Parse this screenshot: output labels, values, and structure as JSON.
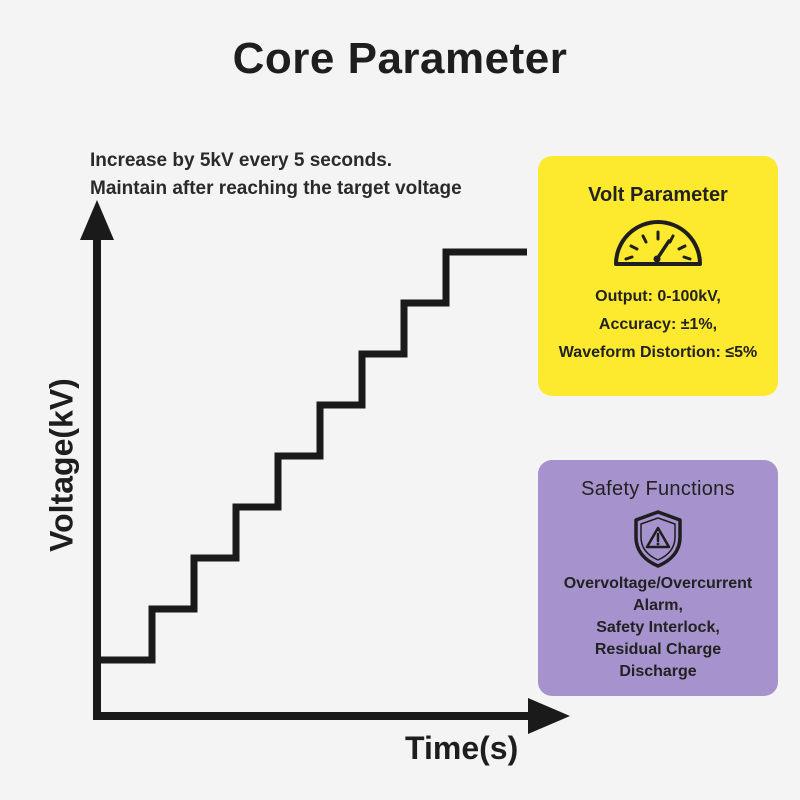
{
  "title": "Core Parameter",
  "description": [
    "Increase by 5kV every 5 seconds.",
    "Maintain after reaching the target voltage"
  ],
  "chart_data": {
    "type": "line",
    "title": "",
    "xlabel": "Time(s)",
    "ylabel": "Voltage(kV)",
    "grid": false,
    "steps": 8
  },
  "cards": {
    "volt": {
      "title": "Volt Parameter",
      "icon": "gauge-icon",
      "background": "#fde92d",
      "lines": [
        "Output: 0-100kV,",
        "Accuracy: ±1%,",
        "Waveform Distortion: ≤5%"
      ]
    },
    "safety": {
      "title": "Safety Functions",
      "icon": "warning-shield-icon",
      "background": "#a692cc",
      "lines": [
        "Overvoltage/Overcurrent",
        "Alarm,",
        "Safety Interlock,",
        "Residual Charge",
        "Discharge"
      ]
    }
  }
}
